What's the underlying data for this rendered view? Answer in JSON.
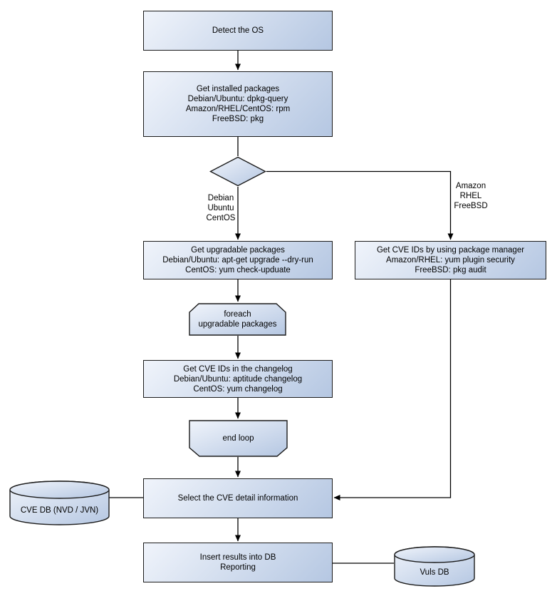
{
  "flowchart": {
    "nodes": {
      "detect_os": {
        "label": "Detect the OS"
      },
      "get_installed_packages": {
        "lines": [
          "Get installed packages",
          "Debian/Ubuntu: dpkg-query",
          "Amazon/RHEL/CentOS: rpm",
          "FreeBSD: pkg"
        ]
      },
      "get_upgradable_packages": {
        "lines": [
          "Get upgradable packages",
          "Debian/Ubuntu: apt-get upgrade --dry-run",
          "CentOS: yum check-upduate"
        ]
      },
      "get_cve_ids_package_manager": {
        "lines": [
          "Get CVE IDs by using package manager",
          "Amazon/RHEL: yum plugin security",
          "FreeBSD: pkg audit"
        ]
      },
      "foreach_loop_start": {
        "lines": [
          "foreach",
          "upgradable packages"
        ]
      },
      "get_cve_ids_changelog": {
        "lines": [
          "Get CVE IDs in the changelog",
          "Debian/Ubuntu: aptitude changelog",
          "CentOS: yum changelog"
        ]
      },
      "end_loop": {
        "label": "end loop"
      },
      "select_cve_detail": {
        "label": "Select the CVE detail information"
      },
      "cve_db": {
        "label": "CVE DB (NVD / JVN)"
      },
      "insert_results": {
        "lines": [
          "Insert results into DB",
          "Reporting"
        ]
      },
      "vuls_db": {
        "label": "Vuls DB"
      }
    },
    "edge_labels": {
      "left_branch": [
        "Debian",
        "Ubuntu",
        "CentOS"
      ],
      "right_branch": [
        "Amazon",
        "RHEL",
        "FreeBSD"
      ]
    }
  },
  "colors": {
    "shape_fill_light": "#f0f4fb",
    "shape_fill_dark": "#b5c7e2",
    "shape_border": "#1b1b1b",
    "line_color": "#000000",
    "text_color": "#000000",
    "background": "#ffffff"
  }
}
